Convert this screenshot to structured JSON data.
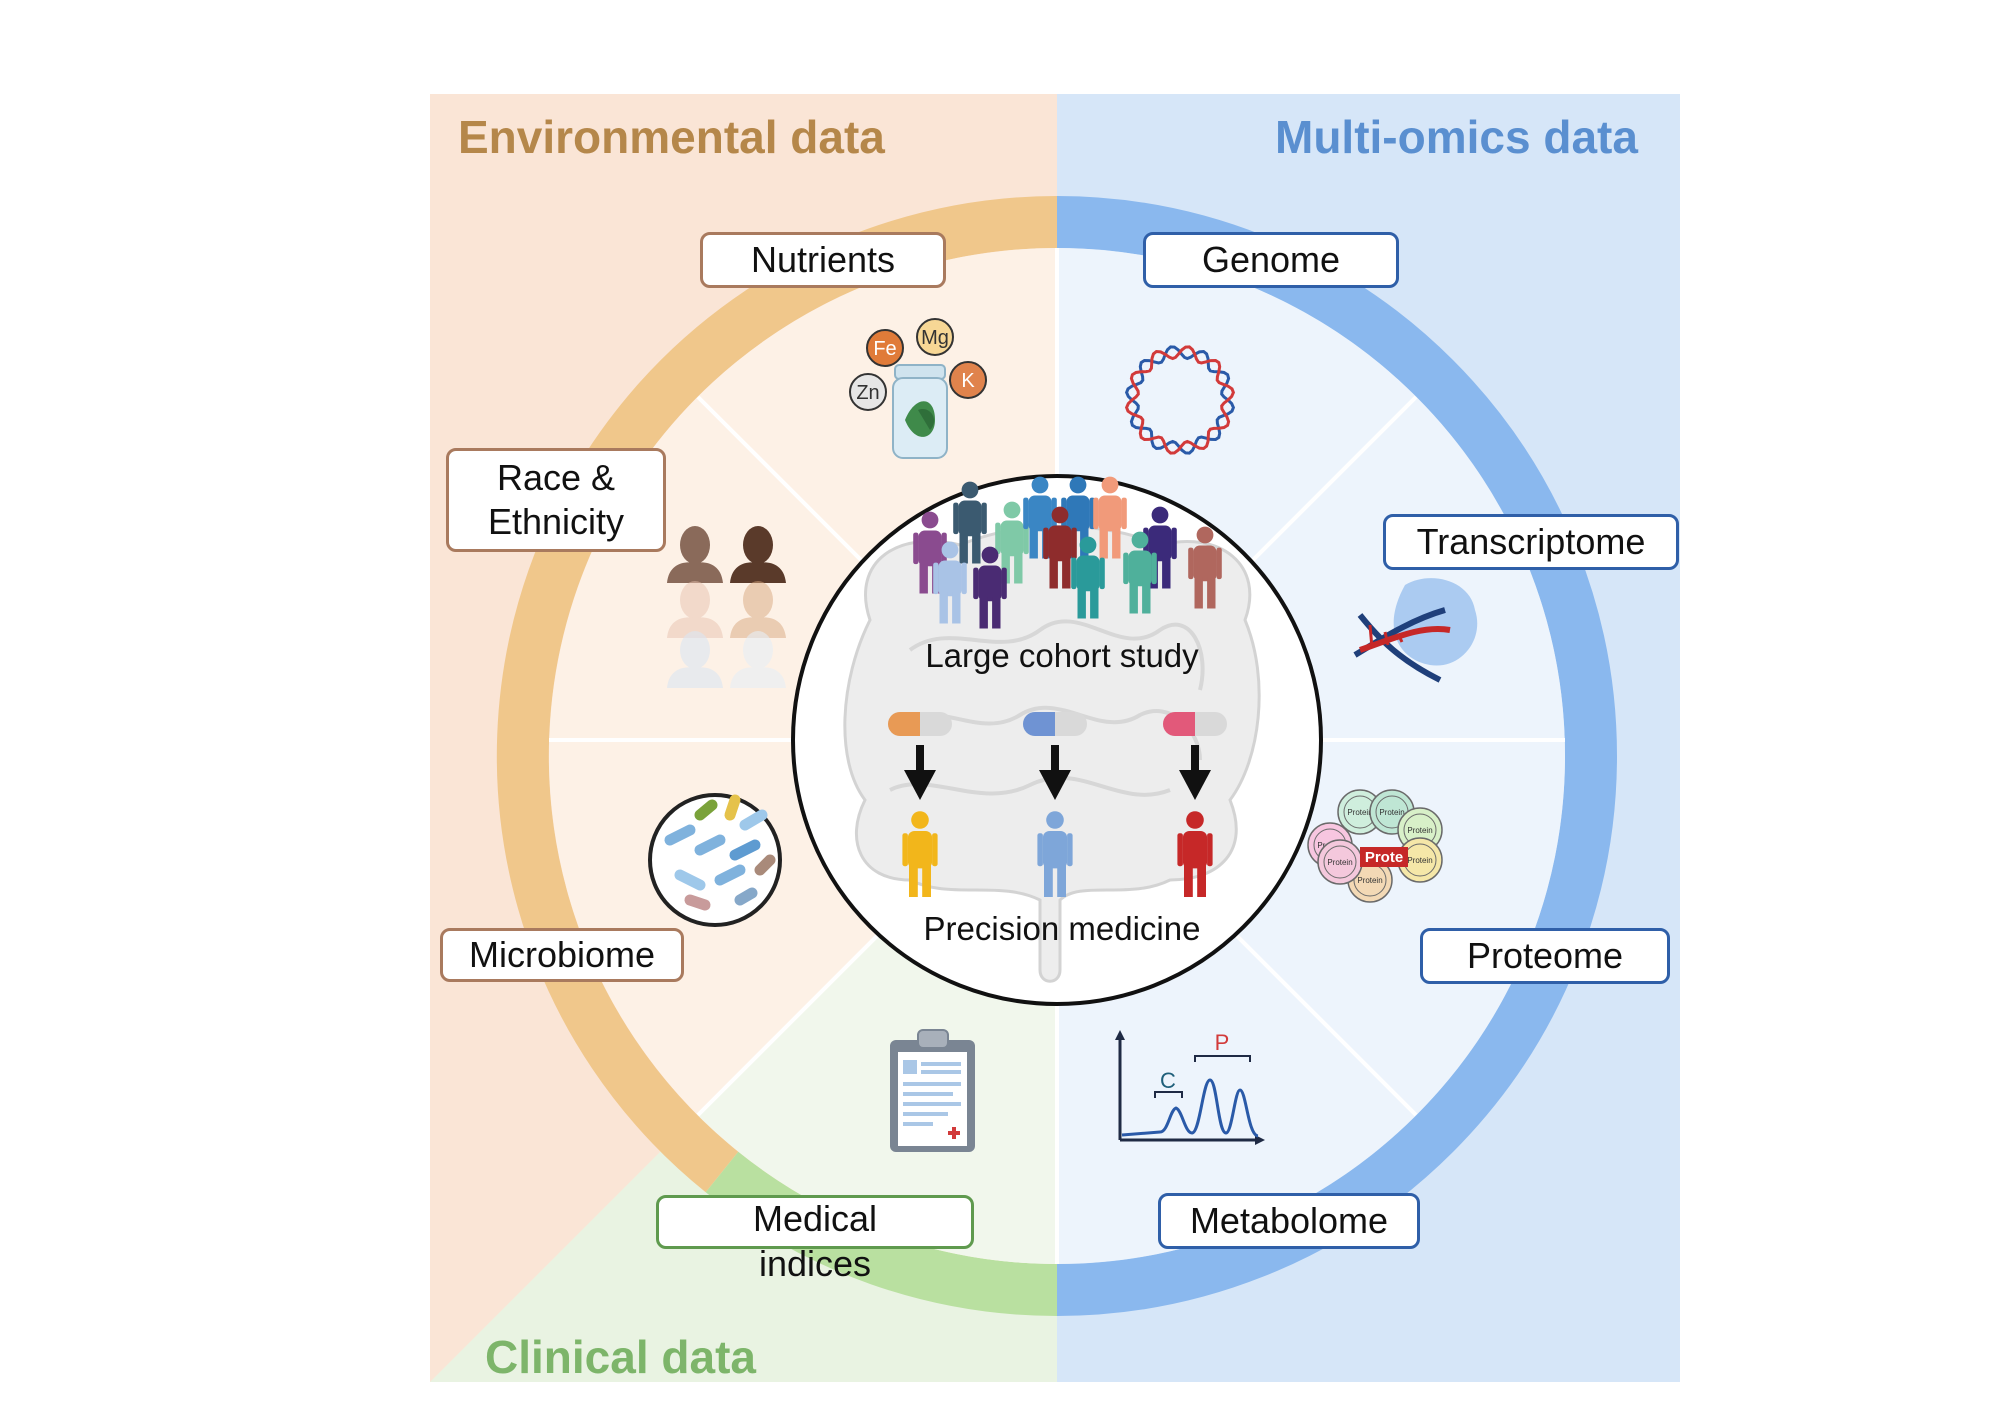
{
  "regions": {
    "environmental": {
      "title": "Environmental data",
      "color": "#b5874a"
    },
    "omics": {
      "title": "Multi-omics data",
      "color": "#5a8fd0"
    },
    "clinical": {
      "title": "Clinical data",
      "color": "#7db56a"
    }
  },
  "categories": {
    "nutrients": "Nutrients",
    "race": [
      "Race &",
      "Ethnicity"
    ],
    "microbiome": "Microbiome",
    "medical": [
      "Medical",
      "indices"
    ],
    "genome": "Genome",
    "transcriptome": "Transcriptome",
    "proteome": "Proteome",
    "metabolome": "Metabolome"
  },
  "center": {
    "cohort": "Large cohort study",
    "precision": "Precision medicine"
  },
  "minerals": [
    "Fe",
    "Mg",
    "Zn",
    "K"
  ],
  "protein_label": "Protein",
  "protein_banner": "Prote",
  "metabolome_peaks": [
    "C",
    "P"
  ],
  "colors": {
    "env_bg": "#fae5d6",
    "omics_bg": "#d6e6f8",
    "clin_bg": "#e9f3e2",
    "env_ring": "#f0c78b",
    "omics_ring": "#8ab8ee",
    "clin_ring": "#b9e0a0"
  },
  "icons": [
    "mineral-jar-icon",
    "face-silhouettes-icon",
    "bacteria-petri-icon",
    "clipboard-icon",
    "dna-ring-icon",
    "rna-ribosome-icon",
    "protein-cluster-icon",
    "chromatogram-icon",
    "people-crowd-icon",
    "capsule-icon",
    "arrow-down-icon",
    "person-icon",
    "intestine-icon"
  ]
}
